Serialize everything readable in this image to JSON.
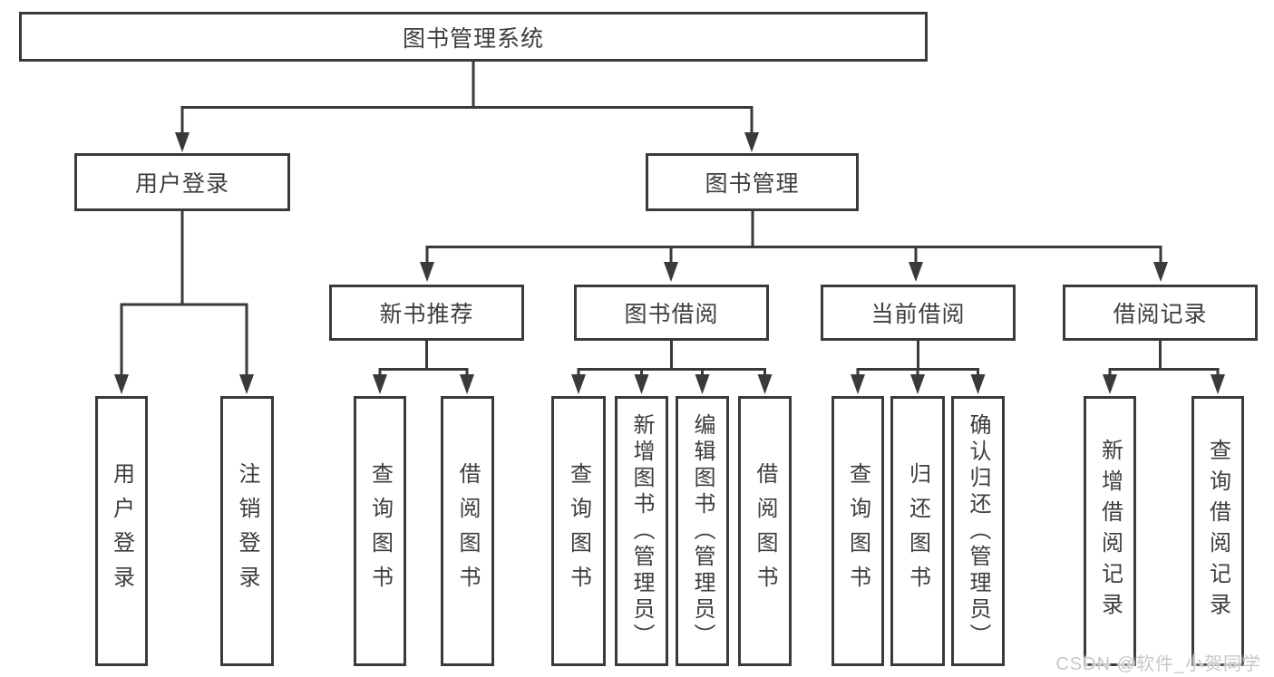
{
  "nodes": {
    "root": "图书管理系统",
    "user_login": "用户登录",
    "book_mgmt": "图书管理",
    "new_book_rec": "新书推荐",
    "book_borrow": "图书借阅",
    "current_borrow": "当前借阅",
    "borrow_records": "借阅记录",
    "user_login_leaf": "用户登录",
    "logout_leaf": "注销登录",
    "rec_query_book": "查询图书",
    "rec_borrow_book": "借阅图书",
    "bb_query_book": "查询图书",
    "bb_add_book": "新增图书（管理员）",
    "bb_edit_book": "编辑图书（管理员）",
    "bb_borrow_book": "借阅图书",
    "cb_query_book": "查询图书",
    "cb_return_book": "归还图书",
    "cb_confirm_return": "确认归还（管理员）",
    "br_add_record": "新增借阅记录",
    "br_query_record": "查询借阅记录"
  },
  "watermark": {
    "text": "CSDN @软件_小贺同学",
    "color": "#c8c8c8"
  },
  "colors": {
    "line": "#3a3a3a",
    "text": "#3d3d3d",
    "box_background": "#ffffff",
    "page_background": "#ffffff"
  }
}
